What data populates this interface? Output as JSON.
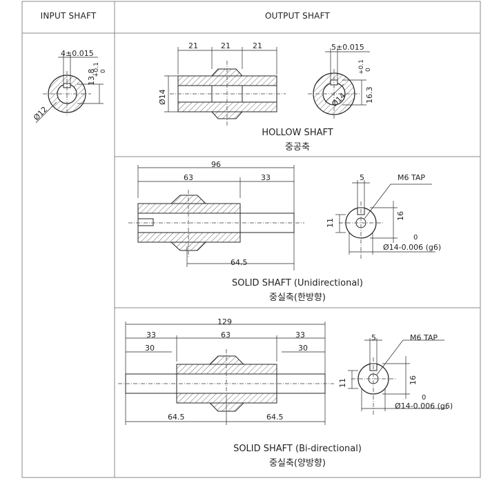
{
  "headers": {
    "input": "INPUT SHAFT",
    "output": "OUTPUT SHAFT"
  },
  "input_shaft": {
    "key_width": "4",
    "key_tol": "±0.015",
    "height": "13.8",
    "height_tol_upper": "+0.1",
    "height_tol_lower": "0",
    "diameter": "Ø12"
  },
  "hollow": {
    "len_a": "21",
    "len_b": "21",
    "len_c": "21",
    "diameter": "Ø14",
    "key_width": "5",
    "key_tol": "±0.015",
    "height": "16.3",
    "height_tol_upper": "+0.1",
    "height_tol_lower": "0",
    "bore": "Ø14",
    "caption_en": "HOLLOW SHAFT",
    "caption_ko": "중공축"
  },
  "solid_uni": {
    "total": "96",
    "len_a": "63",
    "len_b": "33",
    "len_c": "64.5",
    "key": "5",
    "tap": "M6 TAP",
    "key_h": "11",
    "h": "16",
    "tol_upper": "0",
    "dia_label": "Ø14",
    "tol_lower": "-0.006",
    "fit": "(g6)",
    "caption_en": "SOLID SHAFT (Unidirectional)",
    "caption_ko": "중실축(한방향)"
  },
  "solid_bi": {
    "total": "129",
    "len_a": "33",
    "len_b": "63",
    "len_c": "33",
    "len_d": "30",
    "len_e": "30",
    "len_f": "64.5",
    "len_g": "64.5",
    "key": "5",
    "tap": "M6 TAP",
    "key_h": "11",
    "h": "16",
    "tol_upper": "0",
    "dia_label": "Ø14",
    "tol_lower": "-0.006",
    "fit": "(g6)",
    "caption_en": "SOLID SHAFT (Bi-directional)",
    "caption_ko": "중실축(양방향)"
  }
}
